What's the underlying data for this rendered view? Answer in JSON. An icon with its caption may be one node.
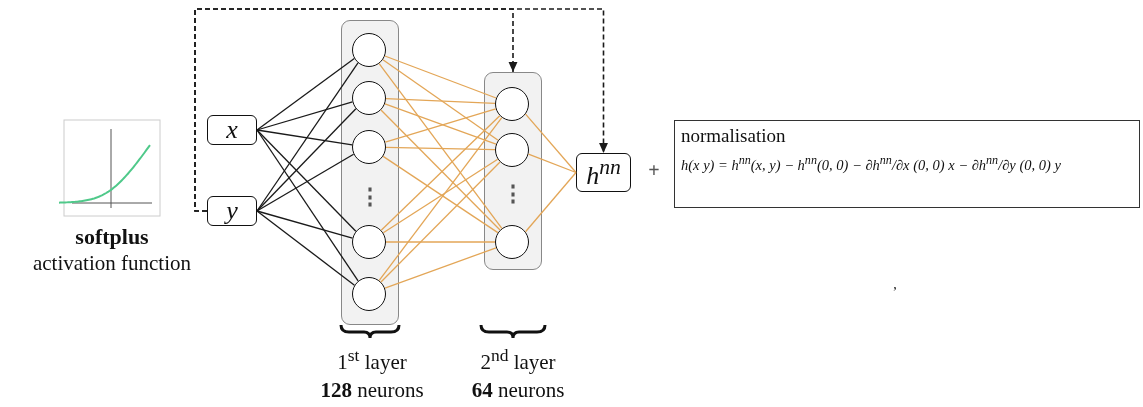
{
  "diagram": {
    "nodes": [
      {
        "text": [
          "x"
        ]
      },
      {
        "text": [
          "y"
        ]
      },
      {
        "text": [],
        "shape": "box"
      },
      {
        "text": [],
        "shape": "circle",
        "in": 2
      },
      {
        "text": [],
        "shape": "circle",
        "in": 2
      },
      {
        "text": [],
        "shape": "circle",
        "in": 2
      },
      {
        "text": [],
        "shape": "circle",
        "in": 2
      },
      {
        "text": [],
        "shape": "circle",
        "in": 2
      },
      {
        "text": [],
        "shape": "box"
      },
      {
        "text": [],
        "shape": "circle",
        "in": 8
      },
      {
        "text": [],
        "shape": "circle",
        "in": 8
      },
      {
        "text": [],
        "shape": "circle",
        "in": 8
      },
      {
        "text": [
          "h$^{nn}$"
        ]
      },
      {
        "text": [
          "normalisation",
          "h(x  y) = h$^{nn}$(x, y) − h$^{nn}$(0, 0) − ∂h$^{nn}$/∂x (0, 0) x − ∂h$^{nn}$/∂y (0, 0) y"
        ]
      }
    ],
    "edges": [
      {
        "from": 0,
        "to": 3,
        "arrow": "none",
        "color": "#1a1a1a"
      },
      {
        "from": 0,
        "to": 4,
        "arrow": "none",
        "color": "#1a1a1a"
      },
      {
        "from": 0,
        "to": 5,
        "arrow": "none",
        "color": "#1a1a1a"
      },
      {
        "from": 0,
        "to": 6,
        "arrow": "none",
        "color": "#1a1a1a"
      },
      {
        "from": 0,
        "to": 7,
        "arrow": "none",
        "color": "#1a1a1a"
      },
      {
        "from": 1,
        "to": 3,
        "arrow": "none",
        "color": "#1a1a1a"
      },
      {
        "from": 1,
        "to": 4,
        "arrow": "none",
        "color": "#1a1a1a"
      },
      {
        "from": 1,
        "to": 5,
        "arrow": "none",
        "color": "#1a1a1a"
      },
      {
        "from": 1,
        "to": 6,
        "arrow": "none",
        "color": "#1a1a1a"
      },
      {
        "from": 1,
        "to": 7,
        "arrow": "none",
        "color": "#1a1a1a"
      },
      {
        "from": 3,
        "to": 9,
        "arrow": "none"
      },
      {
        "from": 3,
        "to": 10,
        "arrow": "none"
      },
      {
        "from": 3,
        "to": 11,
        "arrow": "none"
      },
      {
        "from": 4,
        "to": 9,
        "arrow": "none"
      },
      {
        "from": 4,
        "to": 10,
        "arrow": "none"
      },
      {
        "from": 4,
        "to": 11,
        "arrow": "none"
      },
      {
        "from": 5,
        "to": 9,
        "arrow": "none"
      },
      {
        "from": 5,
        "to": 10,
        "arrow": "none"
      },
      {
        "from": 5,
        "to": 11,
        "arrow": "none"
      },
      {
        "from": 6,
        "to": 9,
        "arrow": "none"
      },
      {
        "from": 6,
        "to": 10,
        "arrow": "none"
      },
      {
        "from": 6,
        "to": 11,
        "arrow": "none"
      },
      {
        "from": 7,
        "to": 9,
        "arrow": "none"
      },
      {
        "from": 7,
        "to": 10,
        "arrow": "none"
      },
      {
        "from": 7,
        "to": 11,
        "arrow": "none"
      },
      {
        "from": 9,
        "to": 12,
        "arrow": "none"
      },
      {
        "from": 10,
        "to": 12,
        "arrow": "none"
      },
      {
        "from": 11,
        "to": 12,
        "arrow": "none"
      },
      {
        "from": 1,
        "to": 8,
        "arrow": "to",
        "style": "dashed",
        "color": "#1a1a1a"
      },
      {
        "from": 1,
        "to": 12,
        "arrow": "to",
        "style": "dashed",
        "color": "#1a1a1a"
      }
    ],
    "labels": [
      "softplus",
      "activation function",
      "⋮",
      "⋮",
      "+",
      ",",
      "1$^{st}$ layer",
      "**128** neurons",
      "2$^{nd}$ layer",
      "**64** neurons"
    ]
  }
}
